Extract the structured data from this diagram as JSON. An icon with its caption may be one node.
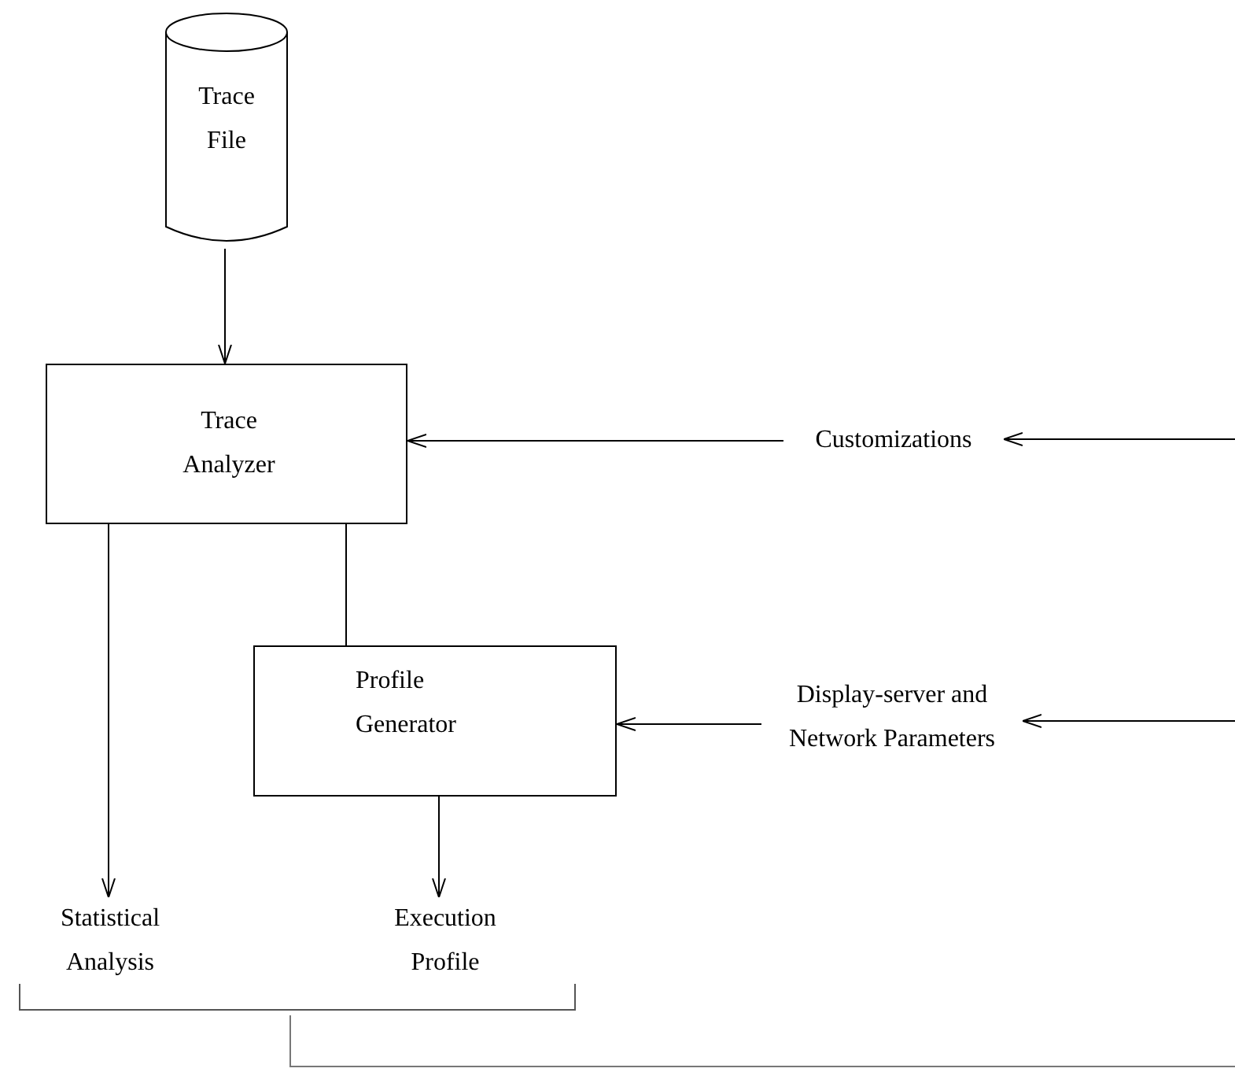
{
  "diagram": {
    "nodes": [
      {
        "text": [
          "Trace File"
        ]
      },
      {
        "text": [
          "Trace Analyzer"
        ]
      },
      {
        "text": [
          "Customizations"
        ]
      },
      {
        "text": [
          "Profile Generator"
        ]
      },
      {
        "text": [
          "Display-server and Network Parameters"
        ]
      },
      {
        "text": [
          "Statistical Analysis"
        ]
      },
      {
        "text": [
          "Execution Profile"
        ]
      }
    ],
    "edges": [
      {
        "from": 0,
        "to": 1,
        "arrow": "to"
      },
      {
        "from": null,
        "to": 2,
        "arrow": "to"
      },
      {
        "from": 2,
        "to": 1,
        "arrow": "to"
      },
      {
        "from": 1,
        "to": 3,
        "arrow": "none"
      },
      {
        "from": null,
        "to": 4,
        "arrow": "to"
      },
      {
        "from": 4,
        "to": 3,
        "arrow": "to"
      },
      {
        "from": 1,
        "to": 5,
        "arrow": "to"
      },
      {
        "from": 3,
        "to": 6,
        "arrow": "to"
      }
    ]
  }
}
